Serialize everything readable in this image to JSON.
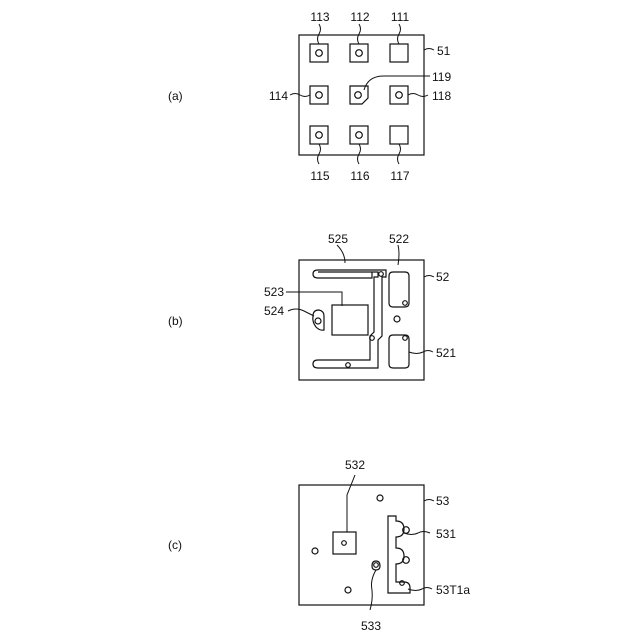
{
  "panels": {
    "a": {
      "label": "(a)",
      "board": "51",
      "pads": [
        "111",
        "112",
        "113",
        "114",
        "115",
        "116",
        "117",
        "118",
        "119"
      ]
    },
    "b": {
      "label": "(b)",
      "board": "52",
      "parts": [
        "521",
        "522",
        "523",
        "524",
        "525"
      ]
    },
    "c": {
      "label": "(c)",
      "board": "53",
      "parts": [
        "531",
        "532",
        "533",
        "53T1a"
      ]
    }
  }
}
